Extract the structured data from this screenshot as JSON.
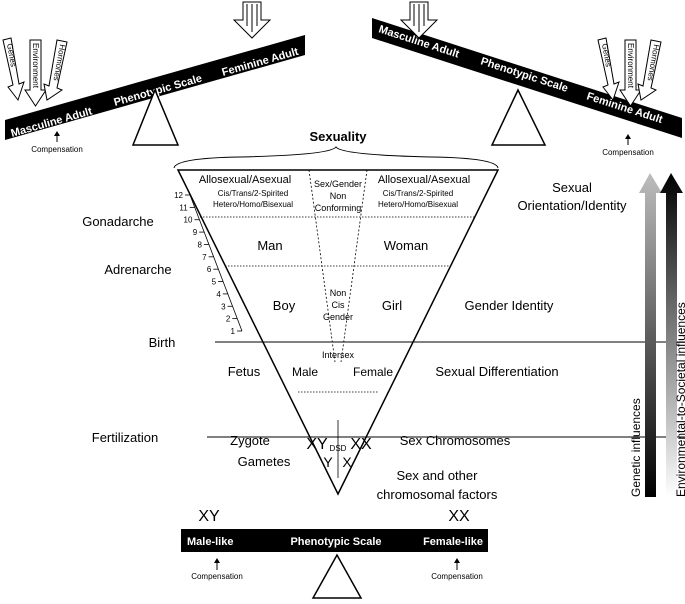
{
  "left_scale": {
    "masculine": "Masculine Adult",
    "scale": "Phenotypic Scale",
    "feminine": "Feminine Adult",
    "arrows": [
      "Genes",
      "Environment",
      "Hormones"
    ],
    "compensation": "Compensation"
  },
  "right_scale": {
    "masculine": "Masculine Adult",
    "scale": "Phenotypic Scale",
    "feminine": "Feminine Adult",
    "arrows": [
      "Genes",
      "Environment",
      "Hormones"
    ],
    "compensation": "Compensation"
  },
  "sexuality": {
    "title": "Sexuality",
    "left_main": "Allosexual/Asexual",
    "left_sub1": "Cis/Trans/2-Spirited",
    "left_sub2": "Hetero/Homo/Bisexual",
    "center": [
      "Sex/Gender",
      "Non",
      "Conforming"
    ],
    "right_main": "Allosexual/Asexual",
    "right_sub1": "Cis/Trans/2-Spirited",
    "right_sub2": "Hetero/Homo/Bisexual"
  },
  "ages": [
    "12",
    "11",
    "10",
    "9",
    "8",
    "7",
    "6",
    "5",
    "4",
    "3",
    "2",
    "1"
  ],
  "milestones": {
    "gonadarche": "Gonadarche",
    "adrenarche": "Adrenarche",
    "birth": "Birth",
    "fertilization": "Fertilization"
  },
  "stages": {
    "man": "Man",
    "woman": "Woman",
    "boy": "Boy",
    "girl": "Girl",
    "non_cis_gender": [
      "Non",
      "Cis",
      "Gender"
    ],
    "intersex": "Intersex",
    "fetus": "Fetus",
    "male": "Male",
    "female": "Female",
    "zygote": "Zygote",
    "xy": "XY",
    "dsd": "DSD",
    "xx": "XX",
    "gametes": "Gametes",
    "y": "Y",
    "x": "X"
  },
  "right_labels": {
    "sexual_orientation": [
      "Sexual",
      "Orientation/Identity"
    ],
    "gender_identity": "Gender Identity",
    "sexual_differentiation": "Sexual Differentiation",
    "sex_chromosomes": "Sex Chromosomes",
    "chromosomal": [
      "Sex and other",
      "chromosomal factors"
    ]
  },
  "influences": {
    "genetic": "Genetic influences",
    "environmental": "Environmental-to-Societal influences"
  },
  "bottom_scale": {
    "xy": "XY",
    "xx": "XX",
    "male_like": "Male-like",
    "scale": "Phenotypic Scale",
    "female_like": "Female-like",
    "compensation_left": "Compensation",
    "compensation_right": "Compensation"
  }
}
